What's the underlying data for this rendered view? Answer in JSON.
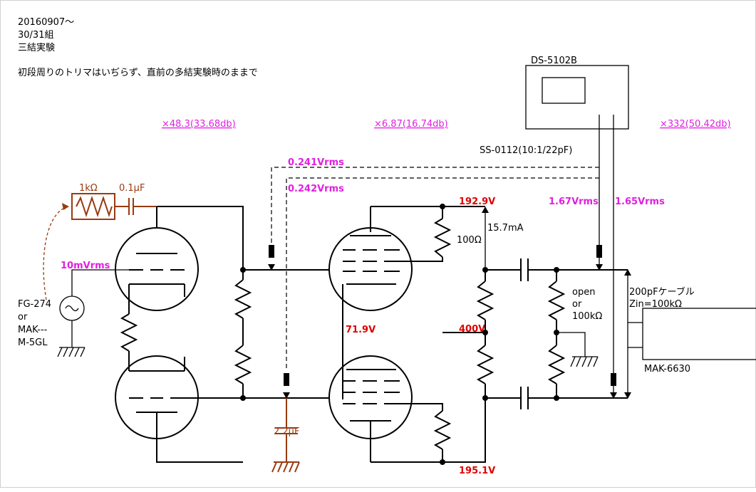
{
  "header": {
    "date": "20160907～",
    "tubes": "30/31組",
    "experiment": "三結実験",
    "note": "初段周りのトリマはいぢらず、直前の多結実験時のままで"
  },
  "gains": {
    "stage1": "×48.3(33.68db)",
    "stage2": "×6.87(16.74db)",
    "total": "×332(50.42db)"
  },
  "instruments": {
    "scope": "DS-5102B",
    "probe": "SS-0112(10:1/22pF)",
    "generator": [
      "FG-274",
      "or",
      "MAK---",
      "M-5GL"
    ],
    "meter": "MAK-6630",
    "cable": "200pFケーブル",
    "zin": "Zin=100kΩ"
  },
  "components": {
    "input_resistor": "1kΩ",
    "input_cap": "0.1μF",
    "bypass_cap": "2.2μF",
    "anode_resistor": "100Ω",
    "load_option": [
      "open",
      "or",
      "100kΩ"
    ]
  },
  "measurements": {
    "input": "10mVrms",
    "grid_upper": "0.241Vrms",
    "grid_lower": "0.242Vrms",
    "out_upper": "1.67Vrms",
    "out_lower": "1.65Vrms",
    "v_upper_anode": "192.9V",
    "current": "15.7mA",
    "v_cathode": "71.9V",
    "v_supply": "400V",
    "v_lower_anode": "195.1V"
  },
  "colors": {
    "measurement": "#e020e0",
    "voltage": "#e00000",
    "input_network": "#9a3a10"
  }
}
